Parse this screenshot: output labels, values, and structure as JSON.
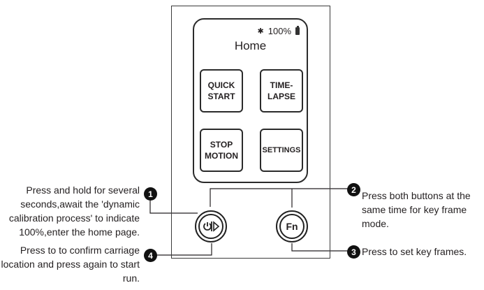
{
  "screen": {
    "battery_text": "100%",
    "title": "Home",
    "buttons": [
      {
        "label": "QUICK\nSTART"
      },
      {
        "label": "TIME-\nLAPSE"
      },
      {
        "label": "STOP\nMOTION"
      },
      {
        "label": "SETTINGS"
      }
    ]
  },
  "hardware": {
    "fn_label": "Fn"
  },
  "annotations": [
    {
      "number": "1",
      "text": "Press and hold for several seconds,await the 'dynamic calibration process' to indicate 100%,enter the home page."
    },
    {
      "number": "2",
      "text": "Press both buttons at the same time for key frame mode."
    },
    {
      "number": "3",
      "text": "Press to set key frames."
    },
    {
      "number": "4",
      "text": "Press to to confirm carriage location and press again to start run."
    }
  ]
}
